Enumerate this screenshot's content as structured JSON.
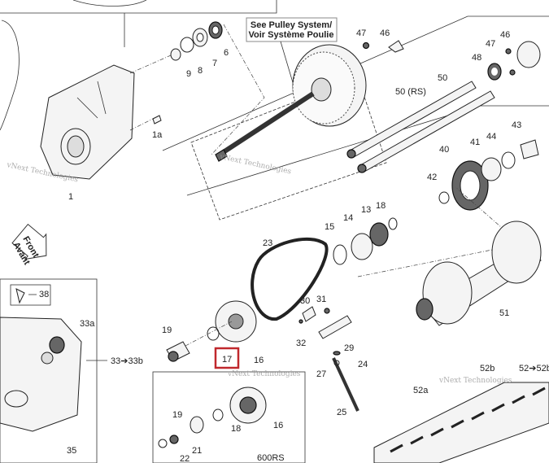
{
  "callout": {
    "line1": "See Pulley System/",
    "line2": "Voir Système Poulie"
  },
  "front_arrow": {
    "line1": "Front",
    "line2": "Avant"
  },
  "highlight_color": "#c0282d",
  "watermark": "vNext Technologies",
  "labels": {
    "p9": "9",
    "p8": "8",
    "p7": "7",
    "p6": "6",
    "p1a": "1a",
    "p1": "1",
    "p47a": "47",
    "p46a": "46",
    "p46b": "46",
    "p47b": "47",
    "p48": "48",
    "p50": "50",
    "p50rs": "50 (RS)",
    "p43": "43",
    "p44": "44",
    "p41": "41",
    "p40": "40",
    "p42": "42",
    "p18": "18",
    "p13": "13",
    "p14": "14",
    "p15": "15",
    "p23": "23",
    "p51": "51",
    "p30": "30",
    "p31": "31",
    "p32": "32",
    "p29": "29",
    "p27": "27",
    "p24": "24",
    "p25": "25",
    "p52b": "52b",
    "p52range": "52➔52b",
    "p52a": "52a",
    "p19": "19",
    "p17": "17",
    "p16": "16",
    "p33a": "33a",
    "p33range": "33➔33b",
    "p38": "38",
    "p35": "35",
    "p19b": "19",
    "p18b": "18",
    "p16b": "16",
    "p21": "21",
    "p22": "22",
    "variant": "600RS"
  }
}
